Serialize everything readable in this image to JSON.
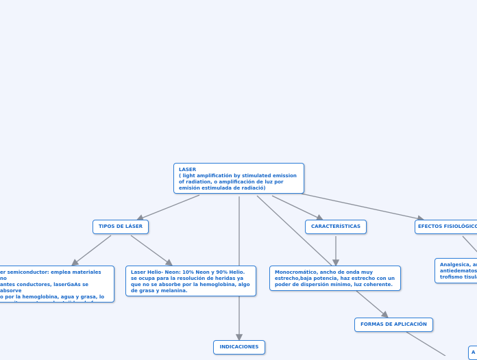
{
  "nodes": {
    "laser": "LASER\n( light amplificatión by stimulated emission of radiation, o amplificación de luz por emisión estimulada de radiació)",
    "tipos": "TIPOS DE LÁSER",
    "caracteristicas": "CARACTERÍSTICAS",
    "efectos": "EFECTOS FISIOLÓGICOS",
    "semiconductor": "er semiconductor: emplea materiales no\nantes conductores, laserGaAs se absorve\no por la hemoglobina, agua y grasa, lo\n permite penetrar a los tejidos de forma\nma.",
    "helio_neon": "Laser Helio- Neon: 10% Neon y 90% Helio. se ocupa para la resolución de heridas ya que no se absorbe por la hemoglobina, algo de grasa y melanina.",
    "monocromatico": "Monocromático, ancho de onda muy estrecho,baja potencia, haz estrecho con un poder de dispersión mínimo, luz coherente.",
    "analgesica": "Analgesica, an\nantiedematos\ntrofismo tisula",
    "formas": "FORMAS DE APLICACIÓN",
    "indicaciones": "INDICACIONES",
    "a_node": "A"
  },
  "colors": {
    "text": "#1566c8",
    "border": "#2f7fd9",
    "edge": "#8a8f99",
    "background": "#f2f5fd"
  }
}
